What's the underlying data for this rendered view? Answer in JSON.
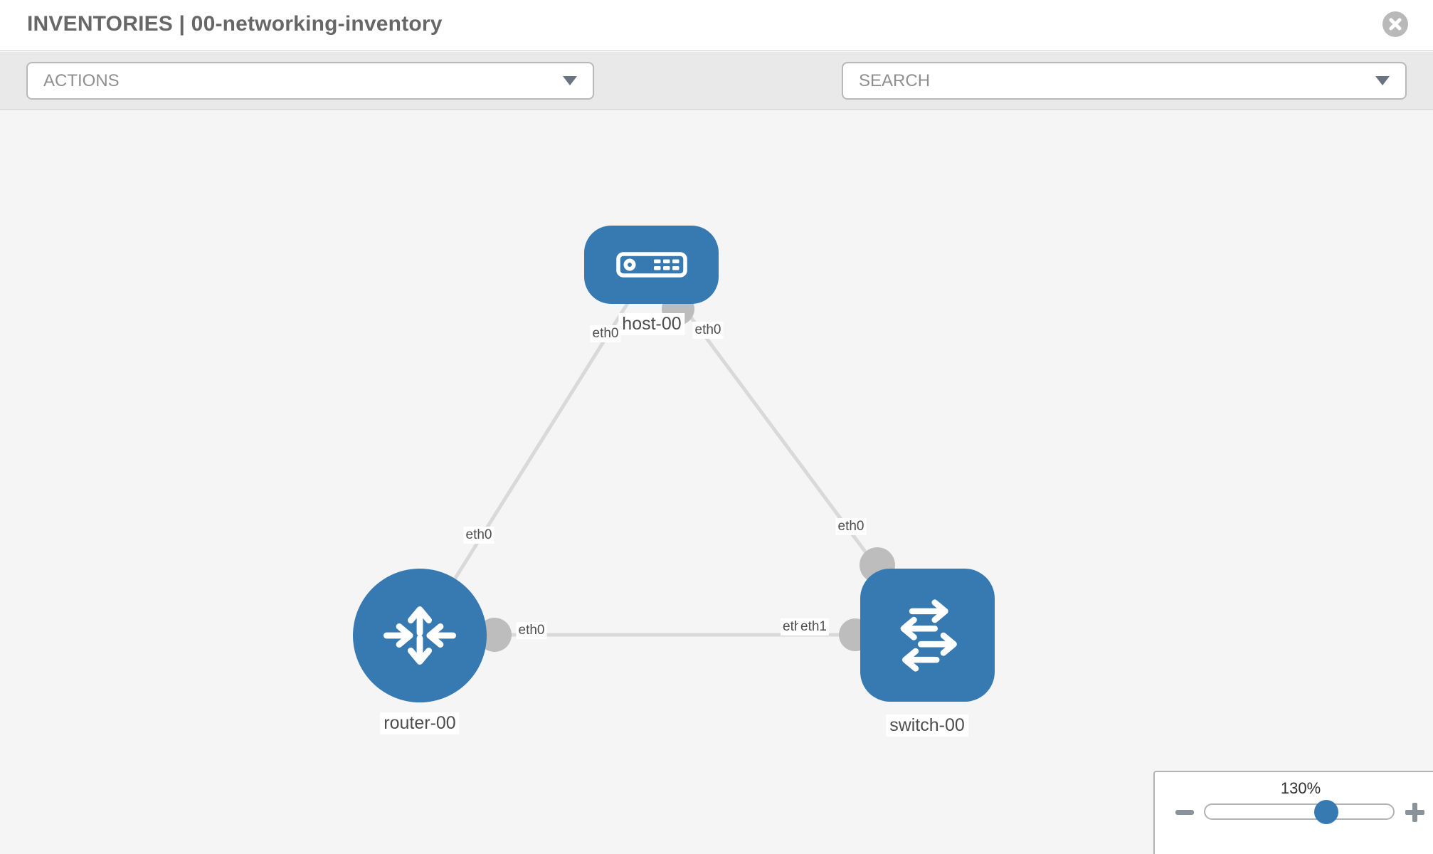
{
  "header": {
    "title": "INVENTORIES | 00-networking-inventory"
  },
  "toolbar": {
    "actions_label": "ACTIONS",
    "search_label": "SEARCH"
  },
  "diagram": {
    "nodes": [
      {
        "id": "host-00",
        "type": "host",
        "label": "host-00"
      },
      {
        "id": "router-00",
        "type": "router",
        "label": "router-00"
      },
      {
        "id": "switch-00",
        "type": "switch",
        "label": "switch-00"
      }
    ],
    "links": [
      {
        "source": "host-00",
        "target": "router-00",
        "source_interface": "eth0",
        "target_interface": "eth0"
      },
      {
        "source": "host-00",
        "target": "switch-00",
        "source_interface": "eth0",
        "target_interface": "eth0"
      },
      {
        "source": "router-00",
        "target": "switch-00",
        "source_interface": "eth0",
        "target_interface": "eth1"
      }
    ],
    "node_labels": {
      "host": "host-00",
      "router": "router-00",
      "switch": "switch-00"
    },
    "interface_labels": {
      "host_left": "eth0",
      "host_right": "eth0",
      "router_link_host": "eth0",
      "switch_link_host": "eth0",
      "router_link_switch": "eth0",
      "switch_link_router_back": "eth0",
      "switch_link_router_front": "eth1"
    }
  },
  "zoom_control": {
    "level": "130%"
  },
  "colors": {
    "node_blue": "#377ab2",
    "link_gray": "#d9d9d9",
    "connector_gray": "#bdbdbd",
    "toolbar_bg": "#e9e9e9",
    "canvas_bg": "#f5f5f5"
  }
}
